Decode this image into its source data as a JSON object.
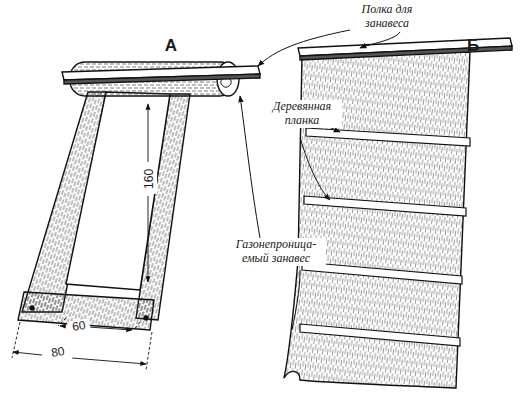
{
  "diagram": {
    "labels": [
      "А",
      "Б",
      "Полка для занавеса",
      "Деревянная планка",
      "Газонепроница- емый занавес",
      "160",
      "60",
      "80"
    ]
  }
}
